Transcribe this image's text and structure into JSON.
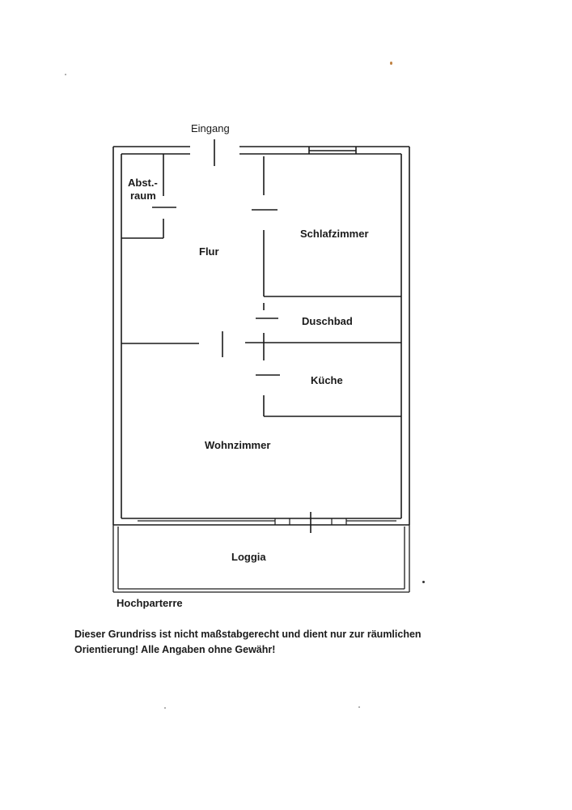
{
  "plan": {
    "entrance_label": "Eingang",
    "rooms": {
      "storage_line1": "Abst.-",
      "storage_line2": "raum",
      "hallway": "Flur",
      "bedroom": "Schlafzimmer",
      "shower": "Duschbad",
      "kitchen": "Küche",
      "living": "Wohnzimmer",
      "loggia": "Loggia"
    },
    "floor_label": "Hochparterre"
  },
  "disclaimer": {
    "line1": "Dieser Grundriss ist nicht maßstabgerecht und dient nur zur räumlichen",
    "line2": "Orientierung! Alle Angaben ohne Gewähr!"
  },
  "colors": {
    "line": "#1a1a1a",
    "background": "#ffffff"
  }
}
